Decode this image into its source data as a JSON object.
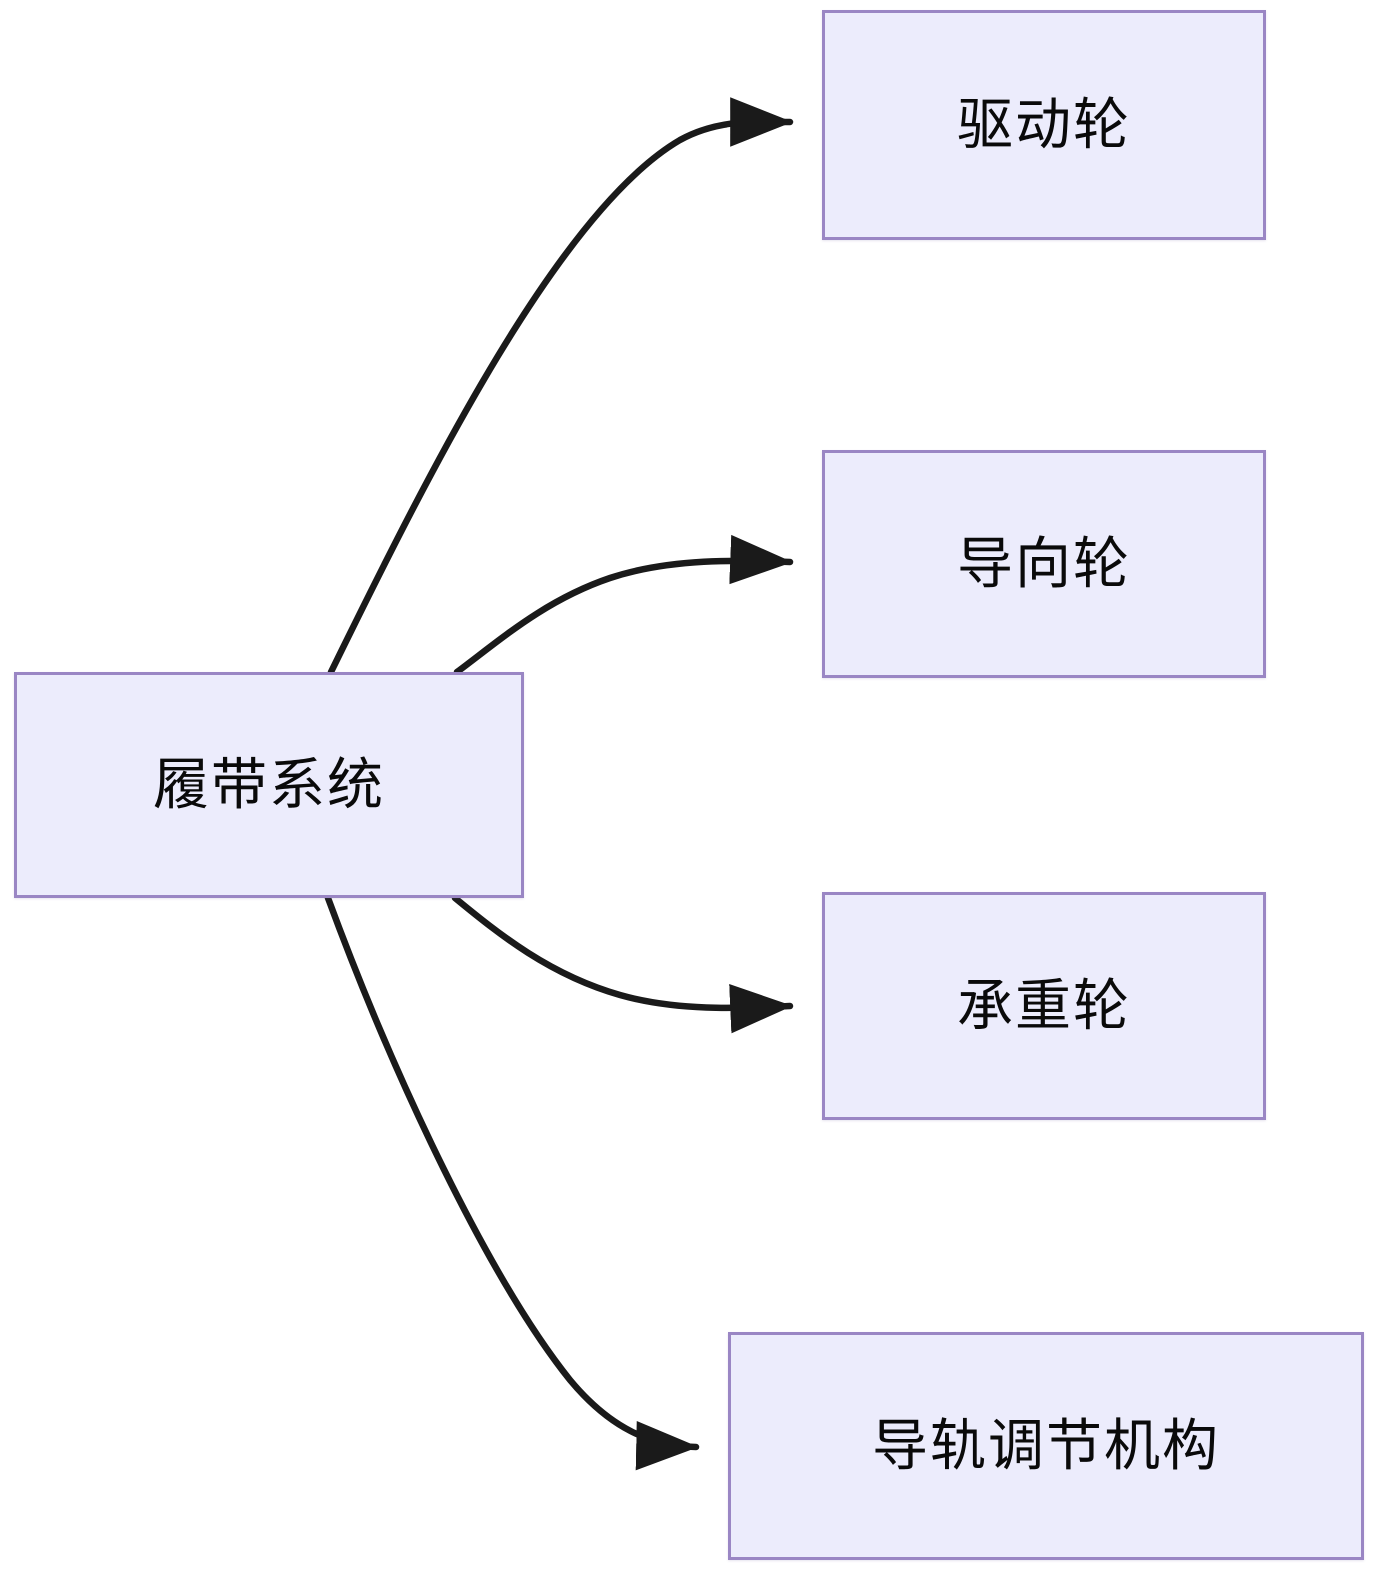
{
  "diagram": {
    "type": "tree-hierarchy",
    "orientation": "left-to-right",
    "root": {
      "id": "track-system",
      "label": "履带系统"
    },
    "children": [
      {
        "id": "drive-wheel",
        "label": "驱动轮"
      },
      {
        "id": "idler-wheel",
        "label": "导向轮"
      },
      {
        "id": "road-wheel",
        "label": "承重轮"
      },
      {
        "id": "track-adjuster",
        "label": "导轨调节机构"
      }
    ],
    "edges": [
      {
        "from": "track-system",
        "to": "drive-wheel",
        "label": ""
      },
      {
        "from": "track-system",
        "to": "idler-wheel",
        "label": ""
      },
      {
        "from": "track-system",
        "to": "road-wheel",
        "label": ""
      },
      {
        "from": "track-system",
        "to": "track-adjuster",
        "label": ""
      }
    ],
    "style": {
      "node_fill": "#ececfc",
      "node_border": "#9a86c4",
      "edge_color": "#1a1a1a",
      "text_color": "#0a0a0a",
      "background": "#ffffff"
    }
  }
}
